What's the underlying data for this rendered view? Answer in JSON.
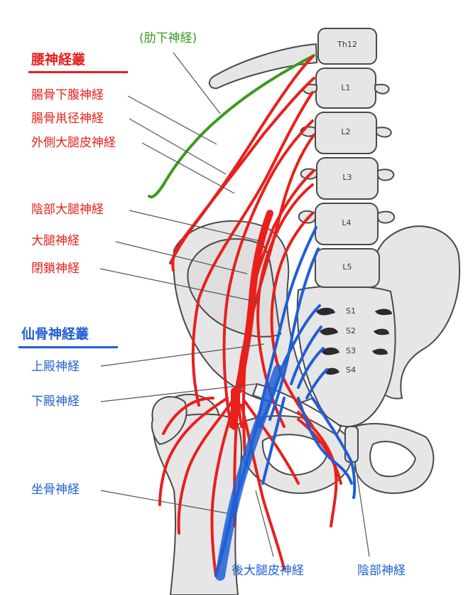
{
  "colors": {
    "lumbar": "#e8201c",
    "sacral": "#1f5fd6",
    "intercostal": "#3a9a1e",
    "bone_fill": "#e6e6e6",
    "bone_stroke": "#4a4a4a"
  },
  "vertebrae": [
    "Th12",
    "L1",
    "L2",
    "L3",
    "L4",
    "L5"
  ],
  "sacral_foramina": [
    "S1",
    "S2",
    "S3",
    "S4"
  ],
  "intercostal_label": "(肋下神経)",
  "lumbar": {
    "title": "腰神経叢",
    "nerves": [
      "腸骨下腹神経",
      "腸骨鼡径神経",
      "外側大腿皮神経",
      "陰部大腿神経",
      "大腿神経",
      "閉鎖神経"
    ]
  },
  "sacral": {
    "title": "仙骨神経叢",
    "nerves": [
      "上殿神経",
      "下殿神経",
      "坐骨神経"
    ]
  },
  "bottom_labels": [
    "後大腿皮神経",
    "陰部神経"
  ]
}
